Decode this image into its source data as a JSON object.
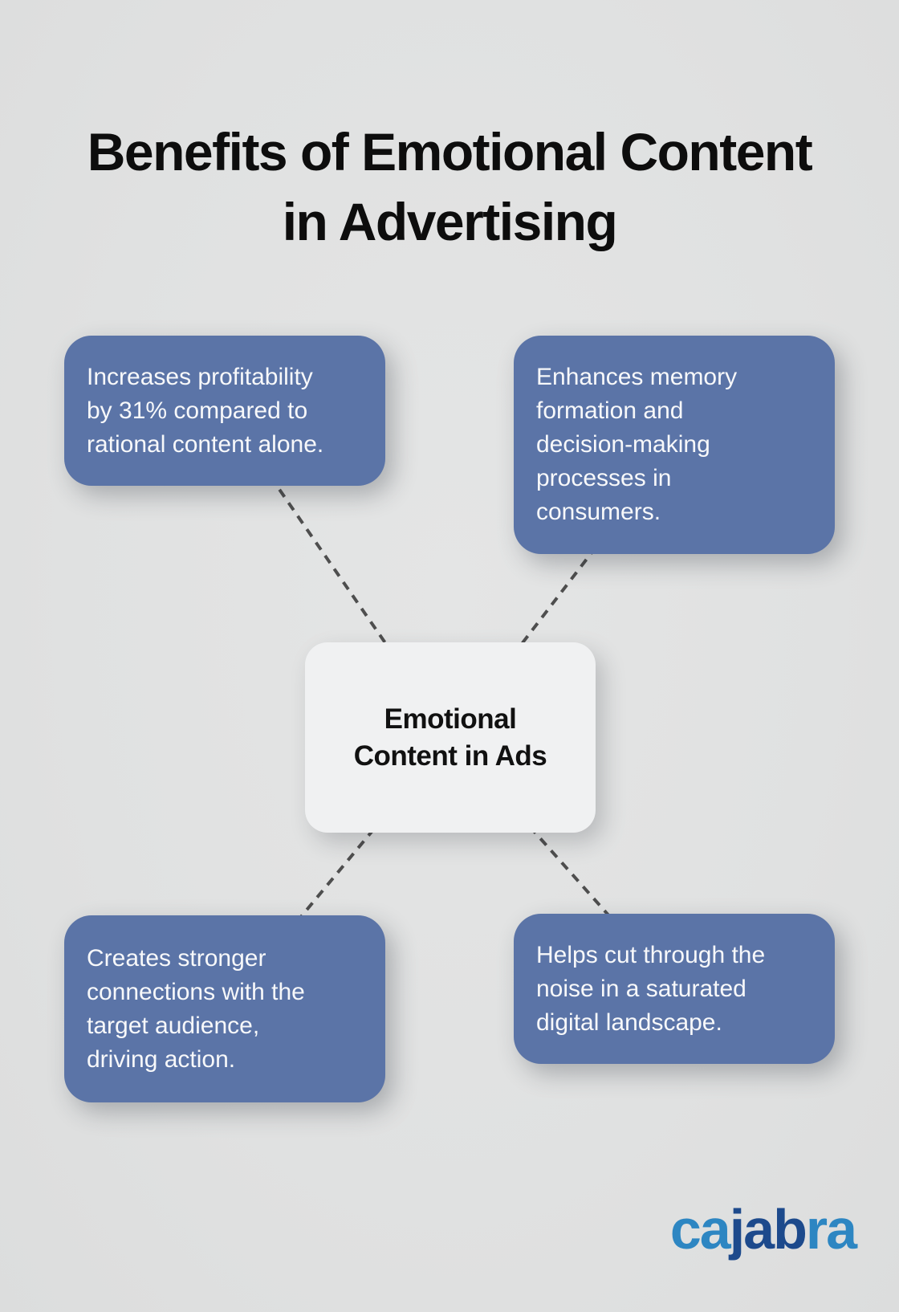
{
  "title": {
    "text": "Benefits of Emotional Content\nin Advertising"
  },
  "center_node": {
    "text": "Emotional\nContent in Ads"
  },
  "benefits": [
    {
      "position": "top-left",
      "text": "Increases profitability\nby 31% compared to\nrational content alone."
    },
    {
      "position": "top-right",
      "text": "Enhances memory\nformation and\ndecision-making\nprocesses in\nconsumers."
    },
    {
      "position": "bottom-left",
      "text": "Creates stronger\nconnections with the\ntarget audience,\ndriving action."
    },
    {
      "position": "bottom-right",
      "text": "Helps cut through the\nnoise in a saturated\ndigital landscape."
    }
  ],
  "logo": {
    "name": "cajabra",
    "segments": [
      {
        "text": "ca",
        "color": "#2d86c2"
      },
      {
        "text": "jab",
        "color": "#1d4a8c"
      },
      {
        "text": "ra",
        "color": "#2d86c2"
      }
    ]
  },
  "colors": {
    "background": "#e0e1e1",
    "benefit_box": "#5b74a7",
    "benefit_text": "#f7f8fa",
    "center_box": "#f0f1f2",
    "center_text": "#111111",
    "connector": "#4e4e4e",
    "title_text": "#0d0d0d",
    "logo_light_blue": "#2d86c2",
    "logo_dark_blue": "#1d4a8c"
  }
}
